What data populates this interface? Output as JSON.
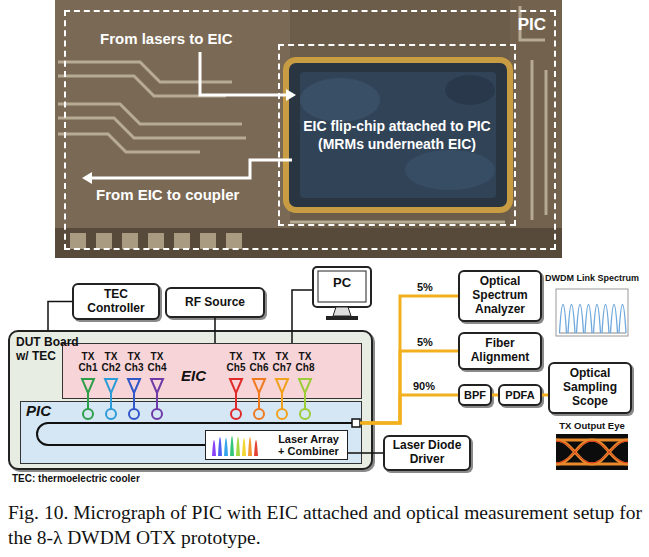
{
  "diagram": {
    "caption": "Fig. 10. Micrograph of PIC with EIC attached and optical measurement setup for the 8-λ DWDM OTX prototype.",
    "nodes": [
      {
        "text": [
          "PIC"
        ]
      },
      {
        "text": [
          "EIC flip-chip attached to PIC (MRMs underneath EIC)"
        ],
        "in": 0
      },
      {
        "text": [
          "TEC Controller"
        ]
      },
      {
        "text": [
          "RF Source"
        ]
      },
      {
        "text": [
          "PC"
        ]
      },
      {
        "text": [
          "Optical Spectrum Analyzer"
        ]
      },
      {
        "text": [
          "DUT Board w/ TEC"
        ]
      },
      {
        "text": [
          "EIC"
        ],
        "in": 6
      },
      {
        "text": [
          "Fiber Alignment"
        ]
      },
      {
        "text": [
          "PIC"
        ],
        "in": 6
      },
      {
        "text": [
          "Laser Array + Combiner"
        ],
        "in": 9
      },
      {
        "text": [
          "BPF"
        ]
      },
      {
        "text": [
          "PDFA"
        ]
      },
      {
        "text": [
          "Optical Sampling Scope"
        ]
      },
      {
        "text": [
          "Laser Diode Driver"
        ]
      }
    ],
    "edges": [
      {
        "from": 2,
        "to": 6,
        "arrow": "none"
      },
      {
        "from": 3,
        "to": 7,
        "arrow": "none"
      },
      {
        "from": 4,
        "to": 7,
        "arrow": "none"
      },
      {
        "from": 9,
        "to": 5,
        "label": "5%",
        "arrow": "none"
      },
      {
        "from": 9,
        "to": 8,
        "label": "5%",
        "arrow": "none"
      },
      {
        "from": 9,
        "to": 11,
        "label": "90%",
        "arrow": "none"
      },
      {
        "from": 11,
        "to": 12,
        "arrow": "none"
      },
      {
        "from": 12,
        "to": 13,
        "arrow": "none"
      },
      {
        "from": 14,
        "to": 10,
        "arrow": "none"
      }
    ],
    "labels": [
      "From lasers to EIC",
      "From EIC to coupler",
      "DWDM Link Spectrum",
      "TX Ch1",
      "TX Ch2",
      "TX Ch3",
      "TX Ch4",
      "TX Ch5",
      "TX Ch6",
      "TX Ch7",
      "TX Ch8",
      "TX Output Eye",
      "TEC: thermoelectric cooler"
    ]
  }
}
